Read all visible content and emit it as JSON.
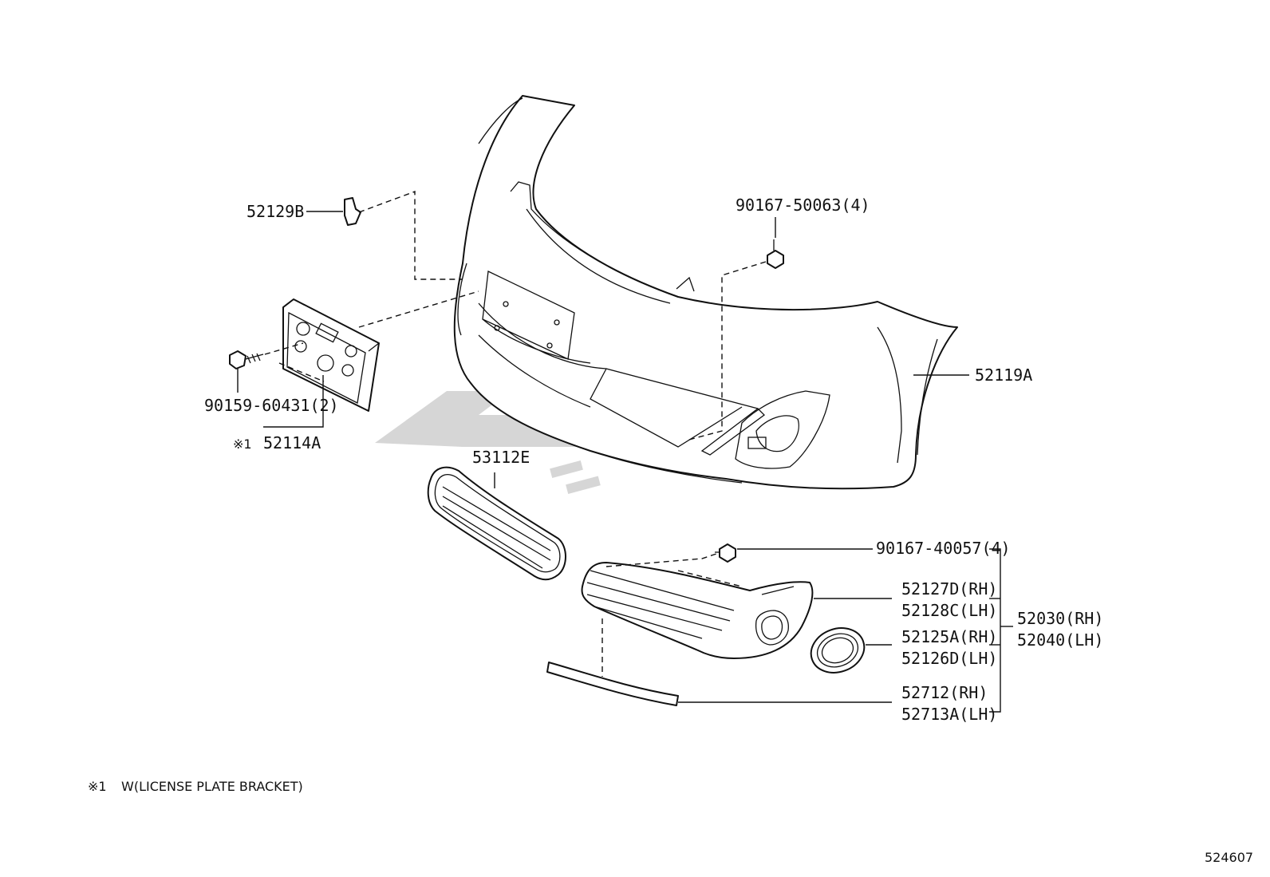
{
  "labels": {
    "p52129B": "52129B",
    "p90167_50063": "90167-50063(4)",
    "p52119A": "52119A",
    "p90159_60431": "90159-60431(2)",
    "p52114A_mark": "※1",
    "p52114A": "52114A",
    "p53112E": "53112E",
    "p90167_40057": "90167-40057(4)",
    "p52127D": "52127D(RH)",
    "p52128C": "52128C(LH)",
    "p52125A": "52125A(RH)",
    "p52126D": "52126D(LH)",
    "p52712": "52712(RH)",
    "p52713A": "52713A(LH)",
    "p52030": "52030(RH)",
    "p52040": "52040(LH)"
  },
  "footnote": {
    "mark": "※1",
    "text": "W(LICENSE PLATE BRACKET)"
  },
  "diagram_number": "524607"
}
